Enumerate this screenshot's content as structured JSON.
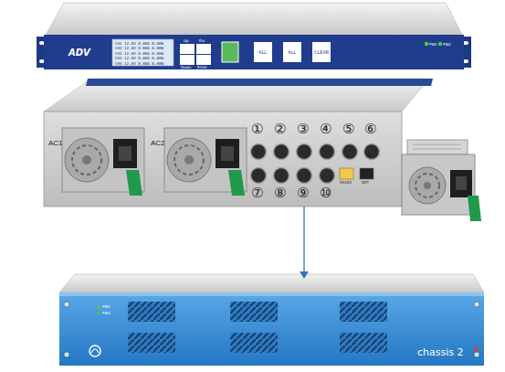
{
  "diagram": {
    "nodes": [
      {
        "text": [
          "ADV"
        ]
      },
      {
        "text": [
          "AC1",
          "AC2"
        ]
      },
      {
        "text": [
          "chassis 2"
        ]
      }
    ],
    "edges": [
      {
        "from": 1,
        "to": 2,
        "arrow": "to"
      }
    ],
    "labels": [
      "①",
      "②",
      "③",
      "④",
      "⑤",
      "⑥",
      "⑦",
      "⑧",
      "⑨",
      "⑩",
      "CH1 12.0V 0.00A 0.00W",
      "CH2 12.0V 0.00A 0.00W",
      "CH3 12.0V 0.00A 0.00W",
      "CH4 12.0V 0.00A 0.00W",
      "CH5 12.0V 0.00A 0.00W",
      "Up",
      "Esc",
      "Down",
      "Enter",
      "ALL",
      "ALL",
      "CLEAR",
      "PW1",
      "PW2",
      "RS485",
      "NET",
      "PW1",
      "PW2"
    ]
  }
}
